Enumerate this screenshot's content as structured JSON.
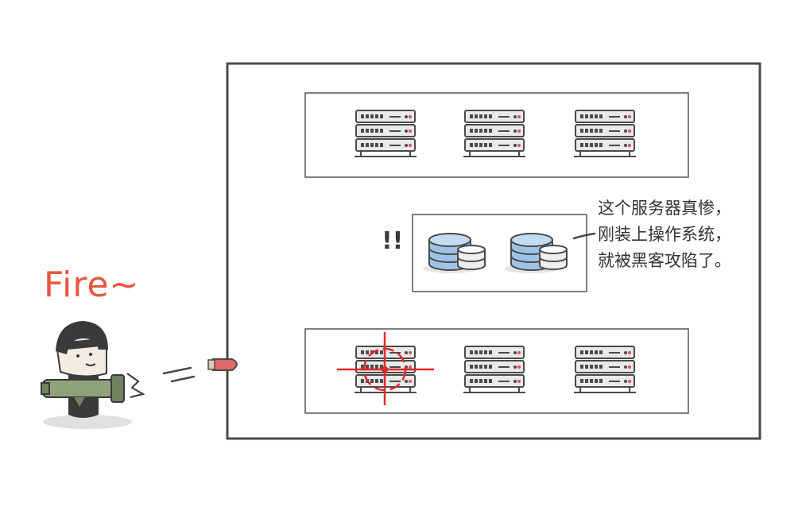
{
  "fire_label": "Fire~",
  "exclamation": "!!",
  "callout": {
    "lines": [
      "这个服务器真惨，",
      "刚装上操作系统，",
      "就被黑客攻陷了。"
    ]
  },
  "groups": {
    "top_rack_count": 3,
    "database_count": 2,
    "bottom_rack_count": 3,
    "targeted_rack": "bottom-1"
  },
  "colors": {
    "fire": "#e8553f",
    "crosshair": "#e02a2a",
    "outline": "#4a4a4a",
    "db_blue": "#9ec3e6",
    "rack_grey": "#e8e8e8"
  },
  "icons": [
    "server-rack-icon",
    "database-icon",
    "crosshair-icon",
    "hacker-figure-icon",
    "rocket-launcher-icon",
    "rocket-icon"
  ]
}
